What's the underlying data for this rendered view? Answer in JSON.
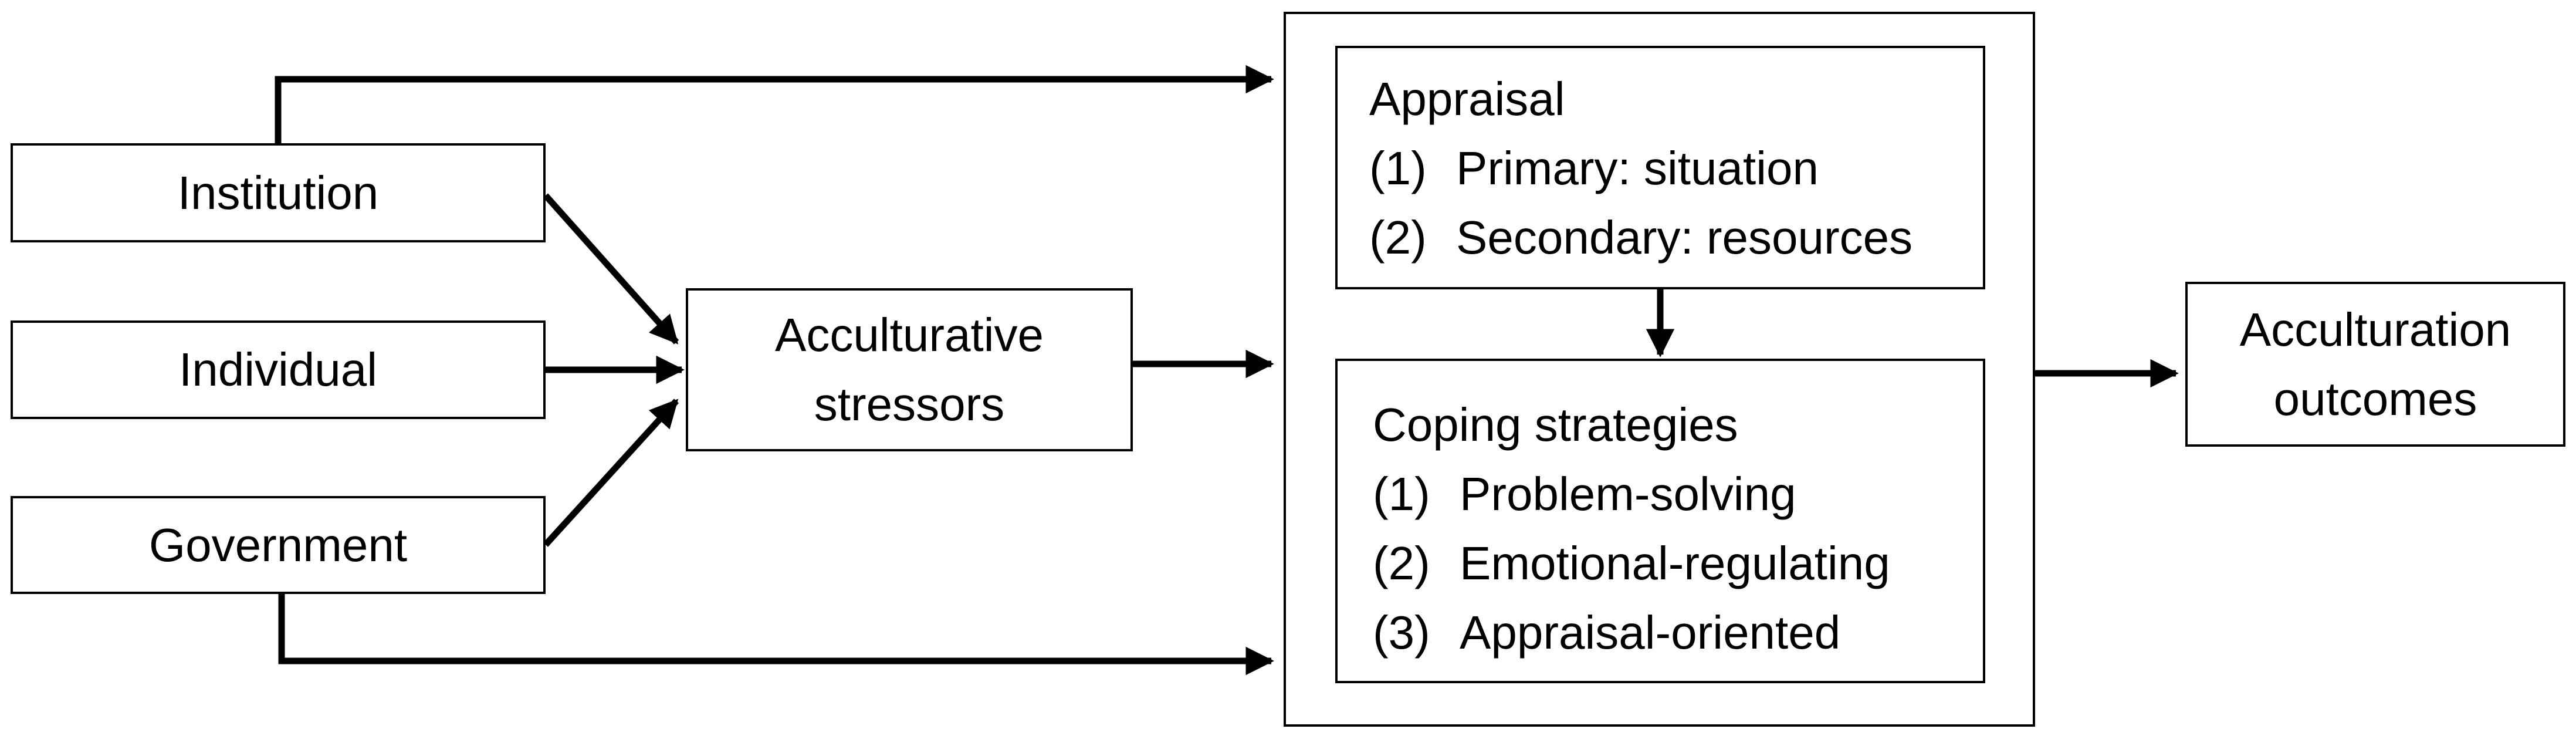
{
  "nodes": {
    "institution": {
      "label": "Institution"
    },
    "individual": {
      "label": "Individual"
    },
    "government": {
      "label": "Government"
    },
    "stressors": {
      "line1": "Acculturative",
      "line2": "stressors"
    },
    "appraisal": {
      "title": "Appraisal",
      "items": [
        {
          "num": "(1)",
          "text": "Primary: situation"
        },
        {
          "num": "(2)",
          "text": "Secondary: resources"
        }
      ]
    },
    "coping": {
      "title": "Coping strategies",
      "items": [
        {
          "num": "(1)",
          "text": "Problem-solving"
        },
        {
          "num": "(2)",
          "text": "Emotional-regulating"
        },
        {
          "num": "(3)",
          "text": "Appraisal-oriented"
        }
      ]
    },
    "outcomes": {
      "line1": "Acculturation",
      "line2": "outcomes"
    }
  },
  "edges": [
    {
      "from": "institution",
      "to": "stressors"
    },
    {
      "from": "individual",
      "to": "stressors"
    },
    {
      "from": "government",
      "to": "stressors"
    },
    {
      "from": "institution",
      "to": "appraisal-coping-frame"
    },
    {
      "from": "government",
      "to": "appraisal-coping-frame"
    },
    {
      "from": "stressors",
      "to": "appraisal-coping-frame"
    },
    {
      "from": "appraisal",
      "to": "coping"
    },
    {
      "from": "appraisal-coping-frame",
      "to": "outcomes"
    }
  ],
  "colors": {
    "stroke": "#000000",
    "background": "#ffffff"
  }
}
